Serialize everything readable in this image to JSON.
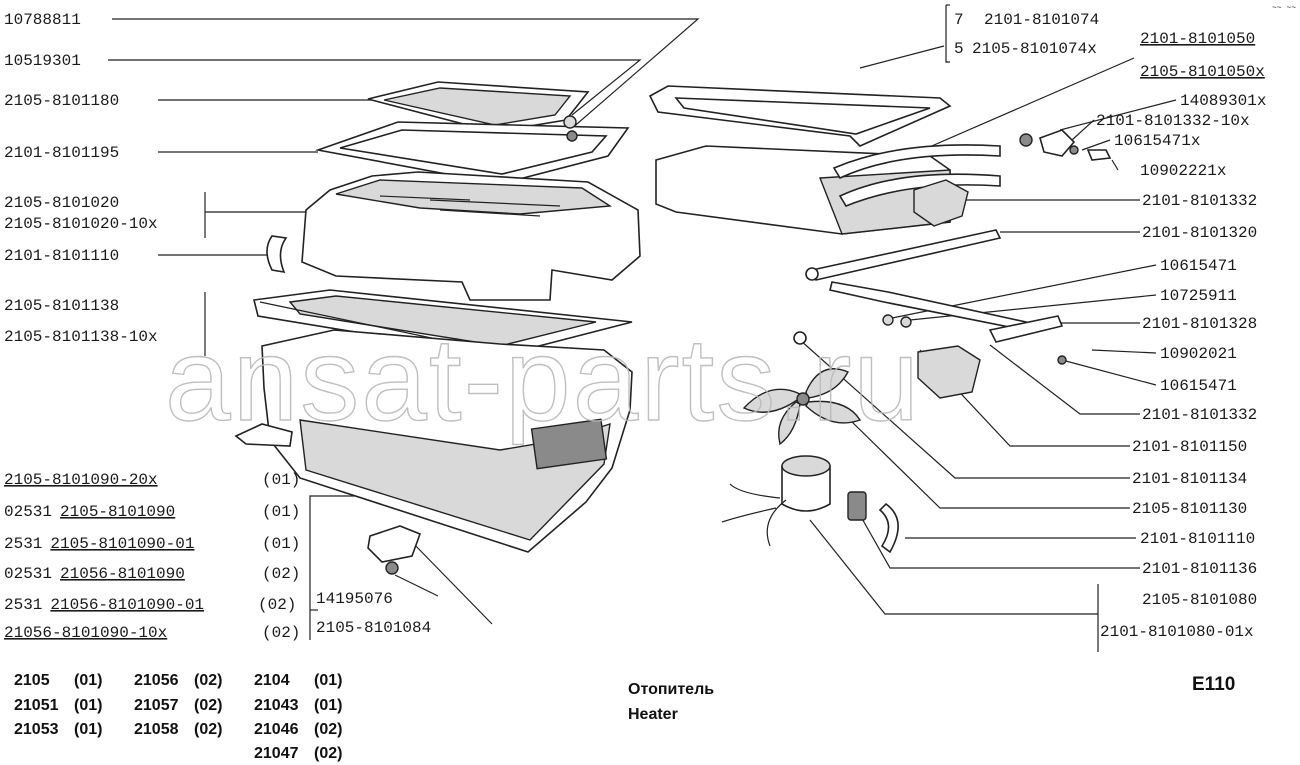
{
  "header": {
    "top_right_mark": "~~ ~~"
  },
  "watermark": "ansat-parts.ru",
  "left_callouts": [
    {
      "text": "10788811"
    },
    {
      "text": "10519301"
    },
    {
      "text": "2105-8101180"
    },
    {
      "text": "2101-8101195"
    },
    {
      "text": "2105-8101020"
    },
    {
      "text": "2105-8101020-10x"
    },
    {
      "text": "2101-8101110"
    },
    {
      "text": "2105-8101138"
    },
    {
      "text": "2105-8101138-10x"
    }
  ],
  "variant_rows": [
    {
      "prefix": "",
      "code": "2105-8101090-20x",
      "tag": "(01)"
    },
    {
      "prefix": "02531",
      "code": "2105-8101090",
      "tag": "(01)"
    },
    {
      "prefix": "2531",
      "code": "2105-8101090-01",
      "tag": "(01)"
    },
    {
      "prefix": "02531",
      "code": "21056-8101090",
      "tag": "(02)"
    },
    {
      "prefix": "2531",
      "code": "21056-8101090-01",
      "tag": "(02)"
    },
    {
      "prefix": "",
      "code": "21056-8101090-10x",
      "tag": "(02)"
    }
  ],
  "small_part_callouts": [
    {
      "text": "14195076"
    },
    {
      "text": "2105-8101084"
    }
  ],
  "top_bracket": [
    {
      "qty": "7",
      "code": "2101-8101074"
    },
    {
      "qty": "5",
      "code": "2105-8101074x"
    }
  ],
  "top_right_codes": [
    {
      "text": "2101-8101050"
    },
    {
      "text": "2105-8101050x"
    }
  ],
  "right_callouts": [
    {
      "text": "14089301x"
    },
    {
      "text": "2101-8101332-10x"
    },
    {
      "text": "10615471x"
    },
    {
      "text": "10902221x"
    },
    {
      "text": "2101-8101332"
    },
    {
      "text": "2101-8101320"
    },
    {
      "text": "10615471"
    },
    {
      "text": "10725911"
    },
    {
      "text": "2101-8101328"
    },
    {
      "text": "10902021"
    },
    {
      "text": "10615471"
    },
    {
      "text": "2101-8101332"
    },
    {
      "text": "2101-8101150"
    },
    {
      "text": "2101-8101134"
    },
    {
      "text": "2105-8101130"
    },
    {
      "text": "2101-8101110"
    },
    {
      "text": "2101-8101136"
    },
    {
      "text": "2105-8101080"
    },
    {
      "text": "2101-8101080-01x"
    }
  ],
  "model_codes": [
    {
      "model": "2105",
      "tag": "(01)"
    },
    {
      "model": "21051",
      "tag": "(01)"
    },
    {
      "model": "21053",
      "tag": "(01)"
    },
    {
      "model": "21056",
      "tag": "(02)"
    },
    {
      "model": "21057",
      "tag": "(02)"
    },
    {
      "model": "21058",
      "tag": "(02)"
    },
    {
      "model": "2104",
      "tag": "(01)"
    },
    {
      "model": "21043",
      "tag": "(01)"
    },
    {
      "model": "21046",
      "tag": "(02)"
    },
    {
      "model": "21047",
      "tag": "(02)"
    }
  ],
  "caption": {
    "title_ru": "Отопитель",
    "title_en": "Heater"
  },
  "page_code": "E110"
}
